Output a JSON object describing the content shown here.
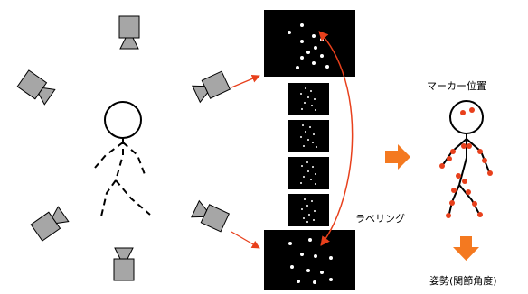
{
  "labels": {
    "marker_position": "マーカー位置",
    "labeling": "ラベリング",
    "posture": "姿勢(関節角度)"
  },
  "colors": {
    "camera_fill": "#a6a6a6",
    "marker": "#e8401c",
    "arrow_orange": "#f47920",
    "frame_bg": "#000000",
    "dot": "#ffffff"
  },
  "icons": {
    "camera": "camera-icon",
    "process_arrow": "arrow-right-icon",
    "result_arrow": "arrow-down-icon"
  }
}
